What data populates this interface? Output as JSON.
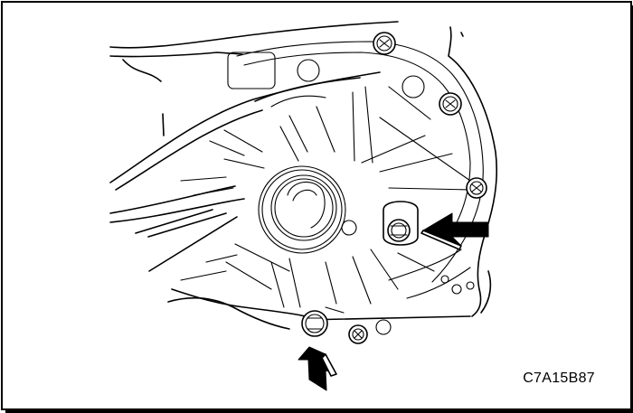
{
  "figure": {
    "code": "C7A15B87",
    "subject": "transmission housing rear view",
    "callouts": [
      {
        "id": "arrow-right-plug",
        "direction": "left",
        "points_to": "plug bolt"
      },
      {
        "id": "arrow-bottom-plug",
        "direction": "up",
        "points_to": "drain plug"
      }
    ]
  },
  "colors": {
    "line": "#000000",
    "background": "#ffffff"
  }
}
